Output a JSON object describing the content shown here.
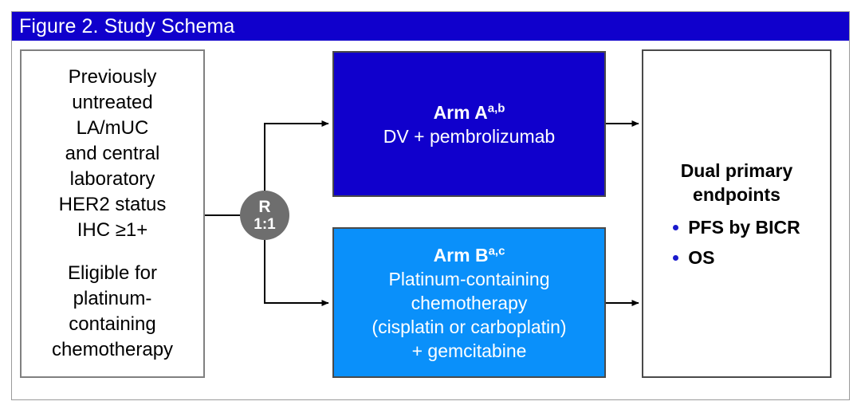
{
  "figure": {
    "title": "Figure 2. Study Schema"
  },
  "population_box": {
    "name": "eligibility-criteria",
    "groups": [
      {
        "lines": [
          "Previously",
          "untreated",
          "LA/mUC",
          "and central",
          "laboratory",
          "HER2 status",
          "IHC ≥1+"
        ]
      },
      {
        "lines": [
          "Eligible for",
          "platinum-",
          "containing",
          "chemotherapy"
        ]
      }
    ]
  },
  "randomization": {
    "label": "R",
    "ratio": "1:1"
  },
  "arms": [
    {
      "id": "arm-a",
      "title": "Arm A",
      "footnotes": "a,b",
      "body_lines": [
        "DV + pembrolizumab"
      ],
      "color": "#1000CC"
    },
    {
      "id": "arm-b",
      "title": "Arm B",
      "footnotes": "a,c",
      "body_lines": [
        "Platinum-containing",
        "chemotherapy",
        "(cisplatin or carboplatin)",
        "+ gemcitabine"
      ],
      "color": "#0A90FA"
    }
  ],
  "endpoints_box": {
    "heading_lines": [
      "Dual primary",
      "endpoints"
    ],
    "items": [
      "PFS by BICR",
      "OS"
    ],
    "bullet_color": "#1A1ACC"
  },
  "colors": {
    "title_bar": "#1000CC",
    "arm_a": "#1000CC",
    "arm_b": "#0A90FA",
    "randomization_circle": "#6e6e6e",
    "connector_line": "#000000",
    "frame_border": "#9a9a9a"
  }
}
